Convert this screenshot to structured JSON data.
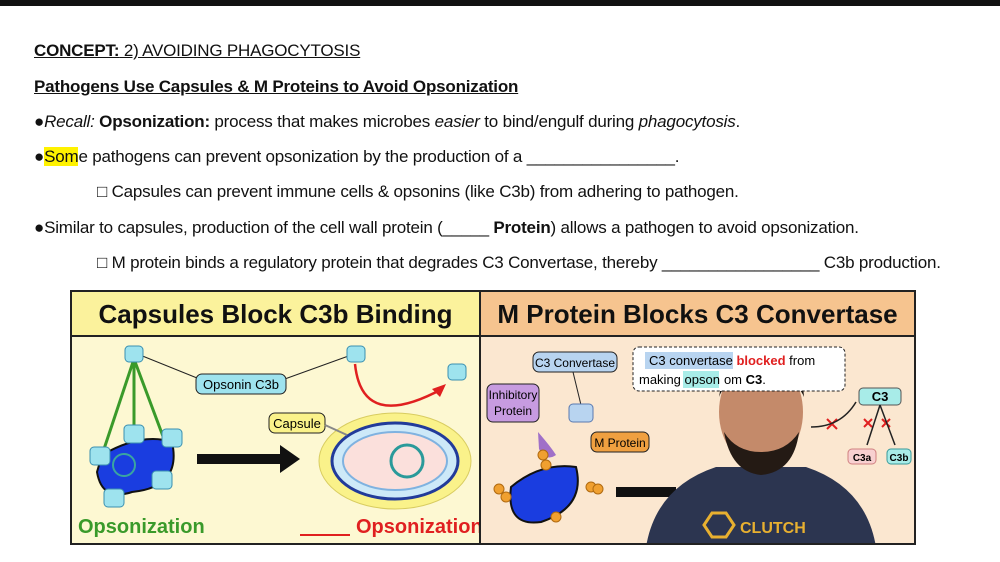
{
  "concept": {
    "label": "CONCEPT:",
    "title": " 2) AVOIDING PHAGOCYTOSIS"
  },
  "subtitle": "Pathogens Use Capsules & M Proteins to Avoid Opsonization",
  "bullets": [
    {
      "pre": "●",
      "italic": "Recall:",
      "bold": " Opsonization:",
      "text": " process that makes microbes ",
      "em": "easier",
      "text2": " to bind/engulf during ",
      "em2": "phagocytosis",
      "end": "."
    },
    {
      "pre": "●",
      "hl": "Som",
      "text": "e pathogens can prevent opsonization by the production of a ________________."
    },
    {
      "text": "□ Capsules can prevent immune cells & opsonins (like C3b) from adhering to pathogen."
    },
    {
      "pre": "●",
      "text": "Similar to capsules, production of the cell wall protein (_____ ",
      "bold": "Protein",
      "text2": ") allows a pathogen to avoid opsonization."
    },
    {
      "text": "□ M protein binds a regulatory protein that degrades C3 Convertase, thereby _________________ C3b production."
    }
  ],
  "left_panel": {
    "title": "Capsules Block C3b Binding",
    "opsonin_label": "Opsonin C3b",
    "capsule_label": "Capsule",
    "left_caption": "Opsonization",
    "right_caption": "Opsonization",
    "header_color": "#fbf29c",
    "body_color": "#fdf8d2"
  },
  "right_panel": {
    "title": "M Protein Blocks C3 Convertase",
    "c3_convertase_label": "C3 Convertase",
    "inhibitory_label_1": "Inhibitory",
    "inhibitory_label_2": "Protein",
    "m_protein_label": "M Protein",
    "note_1a": "C3 convertase ",
    "note_1b": "blocked",
    "note_1c": " from",
    "note_2a": "making ",
    "note_2b": "opson",
    "note_2c": "om ",
    "note_2d": "C3",
    "note_2e": ".",
    "c3": "C3",
    "c3a": "C3a",
    "c3b": "C3b",
    "header_color": "#f6c48f",
    "body_color": "#fbe7d0"
  },
  "presenter": {
    "shirt_logo": "CLUTCH"
  }
}
